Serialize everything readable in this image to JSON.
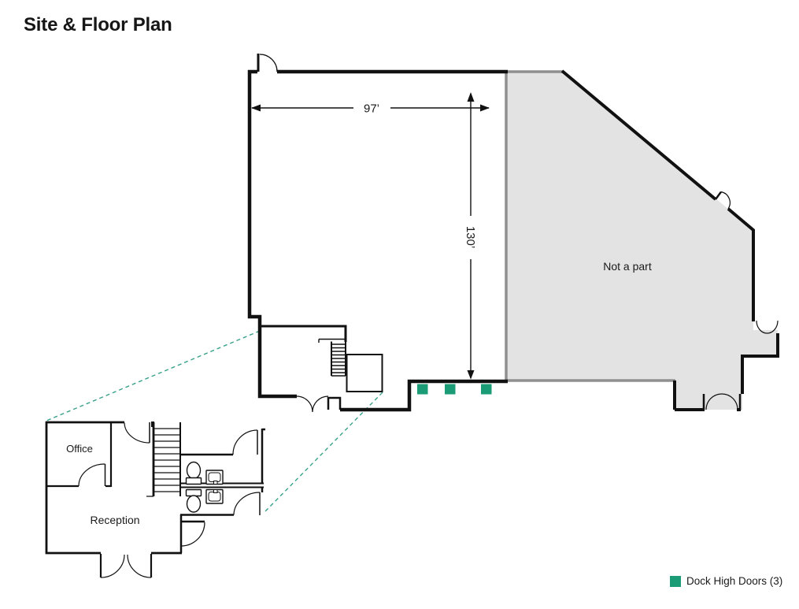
{
  "page": {
    "title": "Site & Floor Plan"
  },
  "main_plan": {
    "width_dimension": "97’",
    "height_dimension": "130’",
    "not_a_part_label": "Not a part",
    "dock_door_count": 3
  },
  "detail_plan": {
    "office_label": "Office",
    "reception_label": "Reception"
  },
  "legend": {
    "dock_high_doors_label": "Dock High Doors (3)"
  },
  "colors": {
    "wall": "#111111",
    "not_a_part_fill": "#e3e3e3",
    "not_a_part_border": "#8f8f8f",
    "dock_door_green": "#1b9c77",
    "callout_dash_green": "#38a189",
    "text": "#1a1a1a"
  }
}
